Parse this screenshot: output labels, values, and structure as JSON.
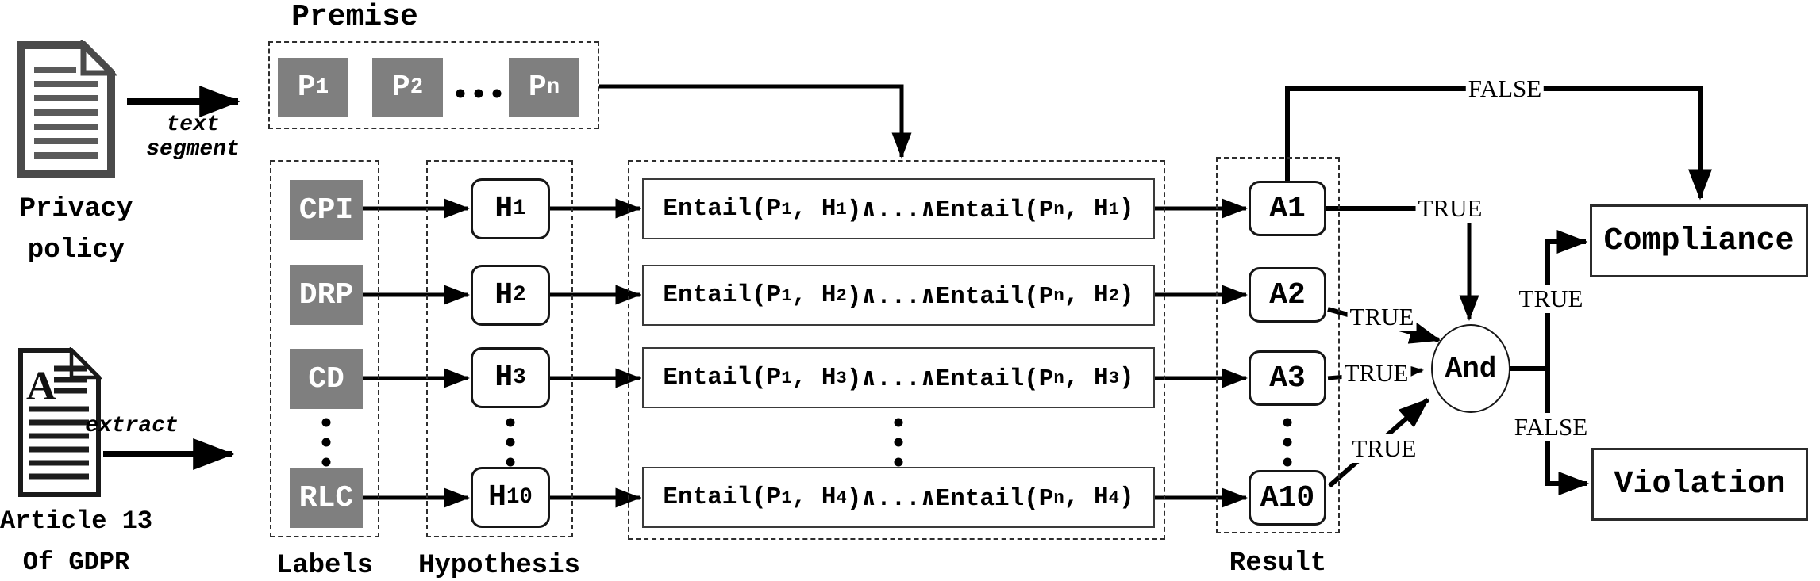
{
  "figure": {
    "premise_title": "Premise",
    "labels_caption": "Labels",
    "hypothesis_caption": "Hypothesis",
    "result_caption": "Result",
    "privacy_doc": {
      "caption": [
        "Privacy",
        "policy"
      ],
      "arrow_label": [
        "text",
        "segment"
      ]
    },
    "gdpr_doc": {
      "caption": [
        "Article 13",
        "Of GDPR"
      ],
      "arrow_label": "extract",
      "doc_letter": "A"
    },
    "premise_boxes": [
      [
        {
          "t": "P"
        },
        {
          "t": "1",
          "sub": true
        }
      ],
      [
        {
          "t": "P"
        },
        {
          "t": "2",
          "sub": true
        }
      ],
      [
        {
          "t": "P"
        },
        {
          "t": "n",
          "sub": true
        }
      ]
    ],
    "label_boxes": [
      "CPI",
      "DRP",
      "CD",
      "RLC"
    ],
    "hypothesis_boxes": [
      [
        {
          "t": "H"
        },
        {
          "t": "1",
          "sub": true
        }
      ],
      [
        {
          "t": "H"
        },
        {
          "t": "2",
          "sub": true
        }
      ],
      [
        {
          "t": "H"
        },
        {
          "t": "3",
          "sub": true
        }
      ],
      [
        {
          "t": "H"
        },
        {
          "t": "10",
          "sub": true
        }
      ]
    ],
    "entail_rows": [
      [
        {
          "t": "Entail(P"
        },
        {
          "t": "1",
          "sub": true
        },
        {
          "t": ", H"
        },
        {
          "t": "1",
          "sub": true
        },
        {
          "t": ")∧...∧Entail(P"
        },
        {
          "t": "n",
          "sub": true
        },
        {
          "t": ", H"
        },
        {
          "t": "1",
          "sub": true
        },
        {
          "t": ")"
        }
      ],
      [
        {
          "t": "Entail(P"
        },
        {
          "t": "1",
          "sub": true
        },
        {
          "t": ", H"
        },
        {
          "t": "2",
          "sub": true
        },
        {
          "t": ")∧...∧Entail(P"
        },
        {
          "t": "n",
          "sub": true
        },
        {
          "t": ", H"
        },
        {
          "t": "2",
          "sub": true
        },
        {
          "t": ")"
        }
      ],
      [
        {
          "t": "Entail(P"
        },
        {
          "t": "1",
          "sub": true
        },
        {
          "t": ", H"
        },
        {
          "t": "3",
          "sub": true
        },
        {
          "t": ")∧...∧Entail(P"
        },
        {
          "t": "n",
          "sub": true
        },
        {
          "t": ", H"
        },
        {
          "t": "3",
          "sub": true
        },
        {
          "t": ")"
        }
      ],
      [
        {
          "t": "Entail(P"
        },
        {
          "t": "1",
          "sub": true
        },
        {
          "t": ", H"
        },
        {
          "t": "4",
          "sub": true
        },
        {
          "t": ")∧...∧Entail(P"
        },
        {
          "t": "n",
          "sub": true
        },
        {
          "t": ", H"
        },
        {
          "t": "4",
          "sub": true
        },
        {
          "t": ")"
        }
      ]
    ],
    "result_boxes": [
      "A1",
      "A2",
      "A3",
      "A10"
    ],
    "and_gate": "And",
    "edge_labels": {
      "top_false": "FALSE",
      "a1_true": "TRUE",
      "a2_true": "TRUE",
      "a3_true": "TRUE",
      "a10_true": "TRUE",
      "and_true": "TRUE",
      "and_false": "FALSE"
    },
    "outcome_boxes": {
      "compliance": "Compliance",
      "violation": "Violation"
    },
    "colors": {
      "node_gray": "#7f7f7f",
      "node_text": "#ffffff",
      "line": "#000000",
      "background": "#ffffff"
    }
  }
}
